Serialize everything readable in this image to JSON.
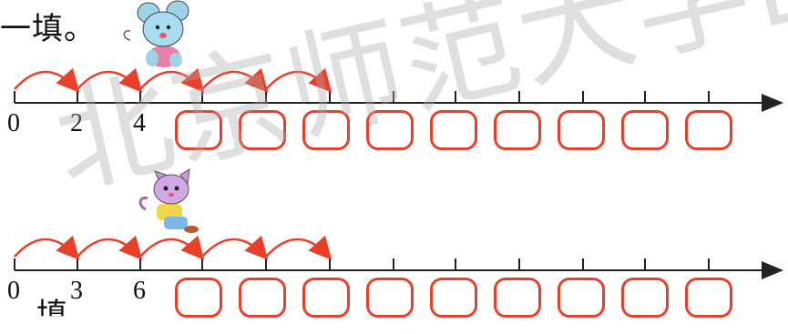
{
  "heading": "一填。",
  "cutoff_text": "填",
  "watermark": "北京师范大学出版社",
  "colors": {
    "arc": "#e8402a",
    "line": "#222222",
    "box": "#e8402a"
  },
  "row1": {
    "labels": [
      "0",
      "2",
      "4"
    ],
    "blank_count": 9,
    "character": "mouse-icon"
  },
  "row2": {
    "labels": [
      "0",
      "3",
      "6"
    ],
    "blank_count": 9,
    "character": "cat-icon"
  }
}
